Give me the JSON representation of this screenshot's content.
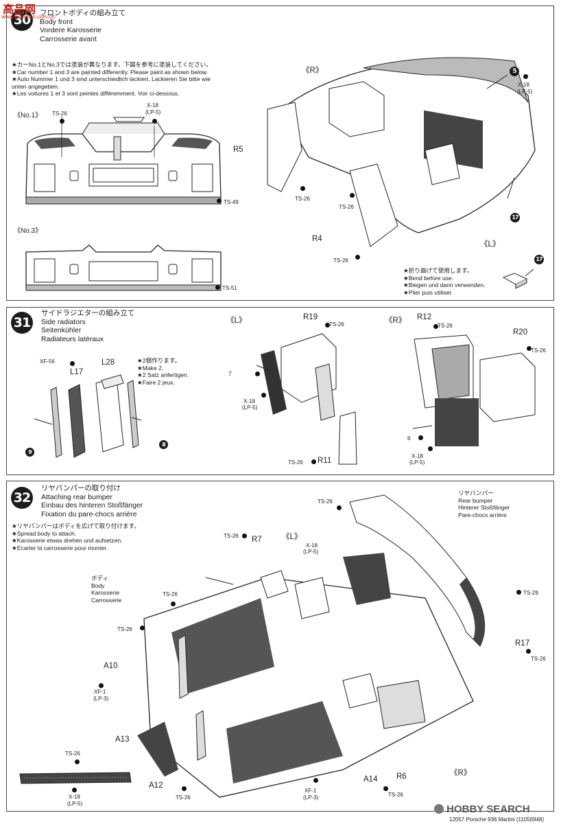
{
  "watermark": {
    "chars": "高品网",
    "url": "www.gaoshan.com.cn"
  },
  "step30": {
    "number": "30",
    "title_jp": "フロントボディの組み立て",
    "title_en": "Body front",
    "title_de": "Vordere Karosserie",
    "title_fr": "Carrosserie avant",
    "note_lines": [
      "★カーNo.1とNo.3では塗装が異なります。下図を参考に塗装してください。",
      "★Car number 1 and 3 are painted differently. Please paint as shown below.",
      "★Auto Nummer 1 und 3 sind unterschiedlich lackiert. Lackieren Sie bitte wie",
      "   unten angegeben.",
      "★Les voitures 1 et 3 sont peintes différemment. Voir ci-dessous."
    ],
    "variant1": "《No.1》",
    "variant3": "《No.3》",
    "right_label": "《R》",
    "left_label": "《L》",
    "paints": {
      "ts26": "TS-26",
      "x18": "X-18",
      "lp5": "(LP-5)",
      "ts49": "TS-49",
      "ts51": "TS-51"
    },
    "parts": {
      "r5": "R5",
      "r4": "R4"
    },
    "callouts": {
      "c5": "5",
      "c17": "17"
    },
    "bend_lines": [
      "★折り曲げて使用します。",
      "★Bend before use.",
      "★Biegen und dann verwenden.",
      "★Plier puis utiliser."
    ]
  },
  "step31": {
    "number": "31",
    "title_jp": "サイドラジエターの組み立て",
    "title_en": "Side radiators",
    "title_de": "Seitenkühler",
    "title_fr": "Radiateurs latéraux",
    "make2_lines": [
      "★2個作ります。",
      "★Make 2.",
      "★2 Satz anfertigen.",
      "★Faire 2 jeux."
    ],
    "left_label": "《L》",
    "right_label": "《R》",
    "paints": {
      "xf56": "XF-56",
      "ts26": "TS-26",
      "x18": "X-18",
      "lp5": "(LP-5)"
    },
    "parts": {
      "l17": "L17",
      "l28": "L28",
      "r19": "R19",
      "r11": "R11",
      "r12": "R12",
      "r20": "R20"
    },
    "callouts": {
      "c6": "6",
      "c7": "7",
      "c8": "8",
      "c9": "9"
    }
  },
  "step32": {
    "number": "32",
    "title_jp": "リヤバンパーの取り付け",
    "title_en": "Attaching rear bumper",
    "title_de": "Einbau des hinteren Stoßfänger",
    "title_fr": "Fixation du pare-chocs arrière",
    "note_lines": [
      "★リヤバンパーはボディを広げて取り付けます。",
      "★Spread body to attach.",
      "★Karosserie etwas drehen und aufsetzen.",
      "★Ecarter la carrosserie pour monter."
    ],
    "body_lines": [
      "ボディ",
      "Body",
      "Karosserie",
      "Carrosserie"
    ],
    "bumper_lines": [
      "リヤバンパー",
      "Rear bumper",
      "Hinterer Stoßfänger",
      "Pare-chocs arrière"
    ],
    "left_label": "《L》",
    "right_label": "《R》",
    "paints": {
      "ts26": "TS-26",
      "ts29": "TS-29",
      "x18": "X-18",
      "lp5": "(LP-5)",
      "xf1": "XF-1",
      "lp3": "(LP-3)"
    },
    "parts": {
      "r7": "R7",
      "r17": "R17",
      "r6": "R6",
      "a10": "A10",
      "a12": "A12",
      "a13": "A13",
      "a14": "A14"
    }
  },
  "footer": {
    "brand_icon": "hobby-search-logo",
    "brand": "HOBBY SEARCH",
    "model_text": "12057 Porsche 936 Martini (11056948)"
  }
}
